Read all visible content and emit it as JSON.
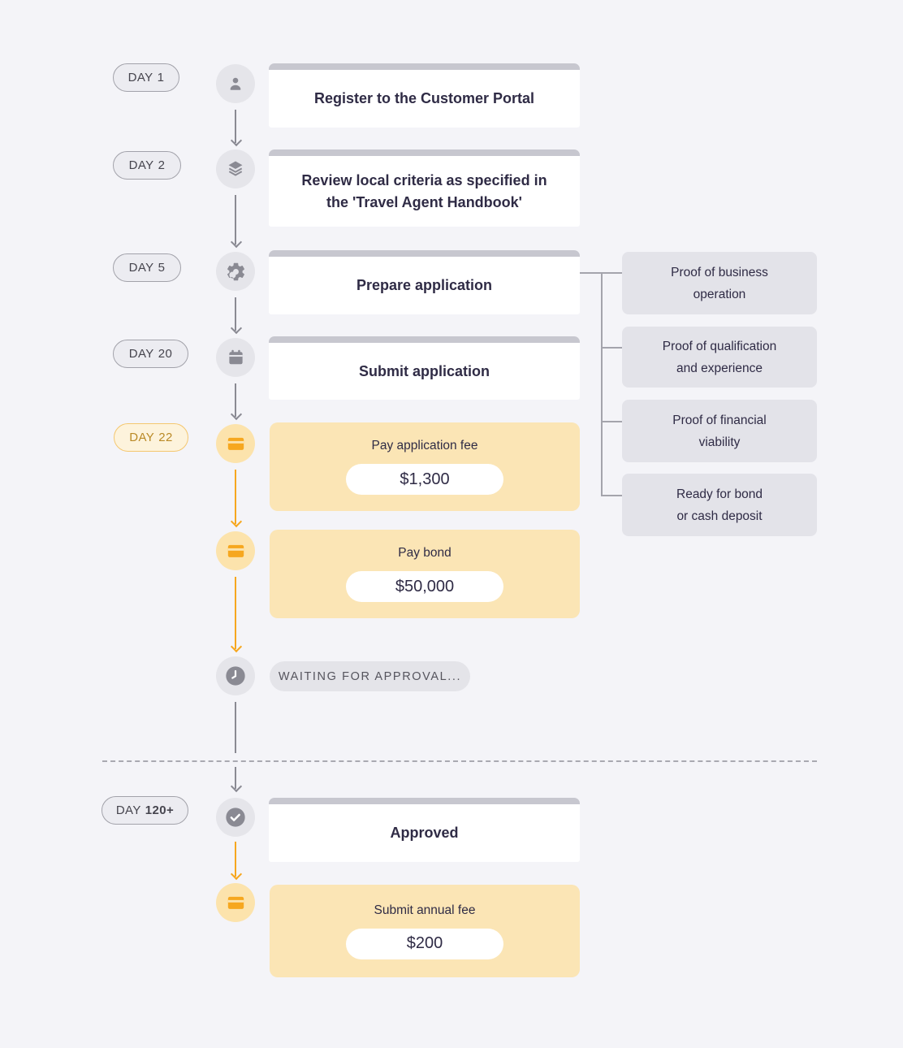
{
  "days": {
    "d1": {
      "prefix": "DAY",
      "number": "1"
    },
    "d2": {
      "prefix": "DAY",
      "number": "2"
    },
    "d5": {
      "prefix": "DAY",
      "number": "5"
    },
    "d20": {
      "prefix": "DAY",
      "number": "20"
    },
    "d22": {
      "prefix": "DAY",
      "number": "22"
    },
    "d120": {
      "prefix": "DAY",
      "number": "120+"
    }
  },
  "steps": {
    "register": {
      "title": "Register to the Customer Portal",
      "icon": "person-icon"
    },
    "review": {
      "title": "Review local criteria as specified in\nthe 'Travel Agent Handbook'",
      "icon": "layers-icon"
    },
    "prepare": {
      "title": "Prepare application",
      "icon": "gear-icon"
    },
    "submit": {
      "title": "Submit application",
      "icon": "calendar-icon"
    },
    "pay_fee": {
      "label": "Pay application fee",
      "amount": "$1,300",
      "icon": "credit-card-icon"
    },
    "pay_bond": {
      "label": "Pay bond",
      "amount": "$50,000",
      "icon": "credit-card-icon"
    },
    "waiting": {
      "label": "WAITING FOR APPROVAL...",
      "icon": "clock-icon"
    },
    "approved": {
      "title": "Approved",
      "icon": "check-circle-icon"
    },
    "annual_fee": {
      "label": "Submit annual fee",
      "amount": "$200",
      "icon": "credit-card-icon"
    }
  },
  "requirements": {
    "business": "Proof of business\noperation",
    "qualification": "Proof of qualification\nand experience",
    "financial": "Proof of financial\nviability",
    "bond": "Ready for bond\nor cash deposit"
  },
  "colors": {
    "background": "#F4F4F8",
    "ink": "#2F2B45",
    "card_bg": "#FFFFFF",
    "card_topbar": "#C7C7CF",
    "gray_circle": "#E5E5EA",
    "gray_glyph": "#8A8A93",
    "pill_bg": "#ECECF1",
    "pill_border": "#A2A2AA",
    "pill_text": "#46454E",
    "amber": "#F6A71F",
    "amber_circle": "#FCE3AC",
    "amber_card": "#FBE5B5",
    "amber_pill_bg": "#FDF3DC",
    "amber_pill_border": "#F4C76F",
    "amber_pill_text": "#BA8A27",
    "req_bg": "#E3E3E9",
    "connector": "#A4A4AC",
    "waiting_bg": "#E4E4E9",
    "waiting_text": "#55545D",
    "dash": "#A9A9B1"
  }
}
